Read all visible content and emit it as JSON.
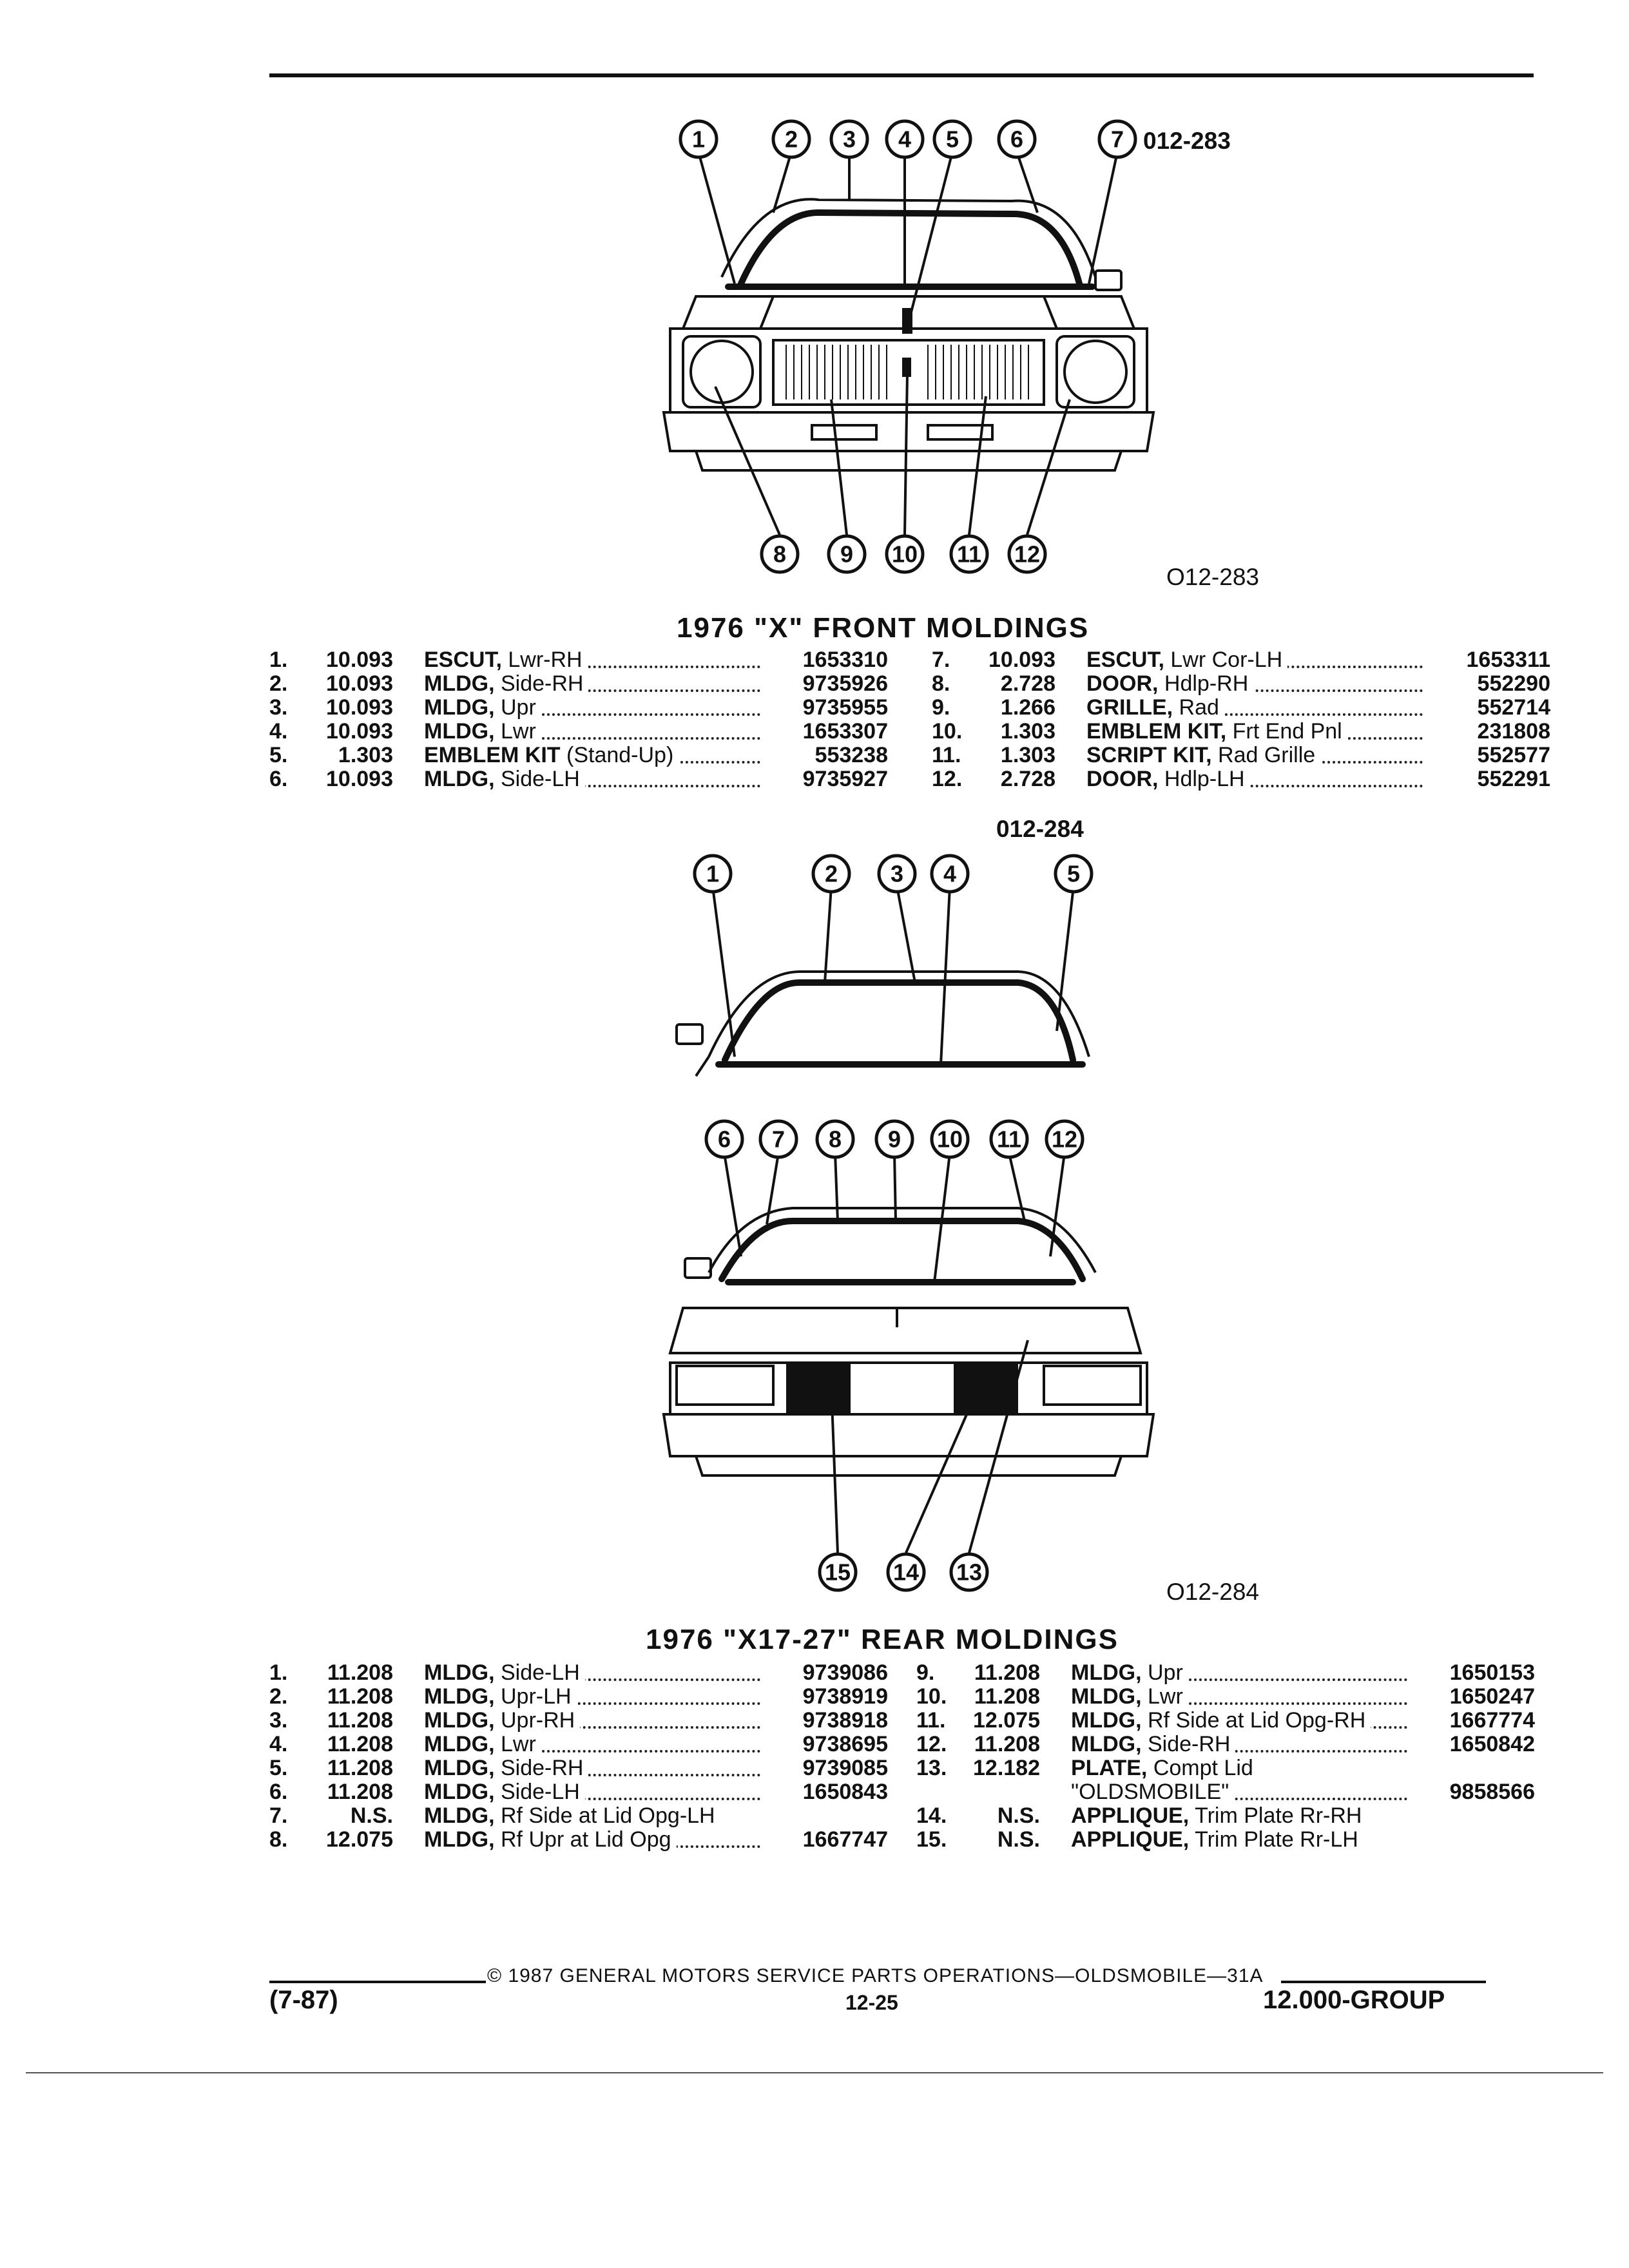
{
  "figure1": {
    "code_top": "012-283",
    "code_bottom": "O12-283",
    "callouts": [
      "1",
      "2",
      "3",
      "4",
      "5",
      "6",
      "7",
      "8",
      "9",
      "10",
      "11",
      "12"
    ]
  },
  "section1": {
    "title": "1976 \"X\" FRONT MOLDINGS",
    "left": [
      {
        "no": "1.",
        "group": "10.093",
        "name": "ESCUT,",
        "desc": " Lwr-RH",
        "part": "1653310"
      },
      {
        "no": "2.",
        "group": "10.093",
        "name": "MLDG,",
        "desc": " Side-RH",
        "part": "9735926"
      },
      {
        "no": "3.",
        "group": "10.093",
        "name": "MLDG,",
        "desc": " Upr",
        "part": "9735955"
      },
      {
        "no": "4.",
        "group": "10.093",
        "name": "MLDG,",
        "desc": " Lwr",
        "part": "1653307"
      },
      {
        "no": "5.",
        "group": "1.303",
        "name": "EMBLEM KIT",
        "desc": " (Stand-Up)",
        "part": "553238"
      },
      {
        "no": "6.",
        "group": "10.093",
        "name": "MLDG,",
        "desc": " Side-LH",
        "part": "9735927"
      }
    ],
    "right": [
      {
        "no": "7.",
        "group": "10.093",
        "name": "ESCUT,",
        "desc": " Lwr Cor-LH",
        "part": "1653311"
      },
      {
        "no": "8.",
        "group": "2.728",
        "name": "DOOR,",
        "desc": " Hdlp-RH",
        "part": "552290"
      },
      {
        "no": "9.",
        "group": "1.266",
        "name": "GRILLE,",
        "desc": " Rad",
        "part": "552714"
      },
      {
        "no": "10.",
        "group": "1.303",
        "name": "EMBLEM KIT,",
        "desc": " Frt End Pnl",
        "part": "231808"
      },
      {
        "no": "11.",
        "group": "1.303",
        "name": "SCRIPT KIT,",
        "desc": " Rad Grille",
        "part": "552577"
      },
      {
        "no": "12.",
        "group": "2.728",
        "name": "DOOR,",
        "desc": " Hdlp-LH",
        "part": "552291"
      }
    ]
  },
  "figure2": {
    "code_top": "012-284",
    "code_bottom": "O12-284",
    "callouts": [
      "1",
      "2",
      "3",
      "4",
      "5",
      "6",
      "7",
      "8",
      "9",
      "10",
      "11",
      "12",
      "13",
      "14",
      "15"
    ]
  },
  "section2": {
    "title": "1976 \"X17-27\" REAR MOLDINGS",
    "left": [
      {
        "no": "1.",
        "group": "11.208",
        "name": "MLDG,",
        "desc": " Side-LH",
        "part": "9739086"
      },
      {
        "no": "2.",
        "group": "11.208",
        "name": "MLDG,",
        "desc": " Upr-LH",
        "part": "9738919"
      },
      {
        "no": "3.",
        "group": "11.208",
        "name": "MLDG,",
        "desc": " Upr-RH",
        "part": "9738918"
      },
      {
        "no": "4.",
        "group": "11.208",
        "name": "MLDG,",
        "desc": " Lwr",
        "part": "9738695"
      },
      {
        "no": "5.",
        "group": "11.208",
        "name": "MLDG,",
        "desc": " Side-RH",
        "part": "9739085"
      },
      {
        "no": "6.",
        "group": "11.208",
        "name": "MLDG,",
        "desc": " Side-LH",
        "part": "1650843"
      },
      {
        "no": "7.",
        "group": "N.S.",
        "name": "MLDG,",
        "desc": " Rf Side at Lid Opg-LH",
        "part": ""
      },
      {
        "no": "8.",
        "group": "12.075",
        "name": "MLDG,",
        "desc": " Rf Upr at Lid Opg",
        "part": "1667747"
      }
    ],
    "right": [
      {
        "no": "9.",
        "group": "11.208",
        "name": "MLDG,",
        "desc": " Upr",
        "part": "1650153"
      },
      {
        "no": "10.",
        "group": "11.208",
        "name": "MLDG,",
        "desc": " Lwr",
        "part": "1650247"
      },
      {
        "no": "11.",
        "group": "12.075",
        "name": "MLDG,",
        "desc": " Rf Side at Lid Opg-RH",
        "part": "1667774"
      },
      {
        "no": "12.",
        "group": "11.208",
        "name": "MLDG,",
        "desc": " Side-RH",
        "part": "1650842"
      },
      {
        "no": "13.",
        "group": "12.182",
        "name": "PLATE,",
        "desc": " Compt Lid",
        "part": ""
      },
      {
        "no": "",
        "group": "",
        "name": "",
        "desc": "\"OLDSMOBILE\"",
        "part": "9858566"
      },
      {
        "no": "14.",
        "group": "N.S.",
        "name": "APPLIQUE,",
        "desc": " Trim Plate Rr-RH",
        "part": ""
      },
      {
        "no": "15.",
        "group": "N.S.",
        "name": "APPLIQUE,",
        "desc": " Trim Plate Rr-LH",
        "part": ""
      }
    ]
  },
  "footer": {
    "copyright": "© 1987 GENERAL MOTORS SERVICE PARTS OPERATIONS—OLDSMOBILE—31A",
    "date": "(7-87)",
    "page": "12-25",
    "group": "12.000-GROUP"
  }
}
